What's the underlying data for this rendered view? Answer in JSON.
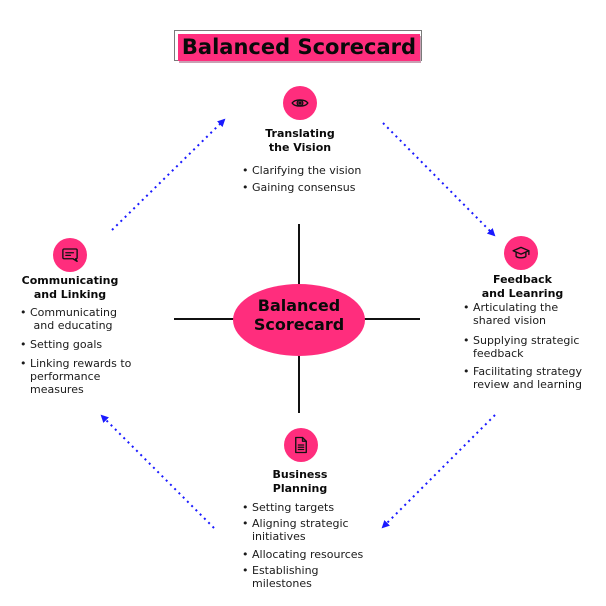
{
  "title": "Balanced Scorecard",
  "center": {
    "line1": "Balanced",
    "line2": "Scorecard"
  },
  "colors": {
    "accent": "#ff2d7d",
    "arrow": "#1a1aff",
    "line": "#111111"
  },
  "sections": {
    "top": {
      "icon": "eye-icon",
      "title_line1": "Translating",
      "title_line2": "the Vision",
      "bullets": [
        "Clarifying the vision",
        "Gaining consensus"
      ]
    },
    "left": {
      "icon": "chat-icon",
      "title_line1": "Communicating",
      "title_line2": "and Linking",
      "bullets": [
        {
          "line1": "Communicating",
          "line2": " and educating"
        },
        {
          "line1": "Setting goals"
        },
        {
          "line1": "Linking rewards to",
          "line2": "performance",
          "line3": "measures"
        }
      ]
    },
    "right": {
      "icon": "graduation-cap-icon",
      "title_line1": "Feedback",
      "title_line2": "and Leanring",
      "bullets": [
        {
          "line1": "Articulating the",
          "line2": "shared vision"
        },
        {
          "line1": "Supplying strategic",
          "line2": "feedback"
        },
        {
          "line1": "Facilitating strategy",
          "line2": "review and learning"
        }
      ]
    },
    "bottom": {
      "icon": "document-icon",
      "title_line1": "Business",
      "title_line2": "Planning",
      "bullets": [
        {
          "line1": "Setting targets"
        },
        {
          "line1": "Aligning strategic",
          "line2": "initiatives"
        },
        {
          "line1": "Allocating resources"
        },
        {
          "line1": "Establishing",
          "line2": "milestones"
        }
      ]
    }
  },
  "arrows": [
    {
      "from": "left",
      "to": "top"
    },
    {
      "from": "top",
      "to": "right"
    },
    {
      "from": "right",
      "to": "bottom"
    },
    {
      "from": "bottom",
      "to": "left"
    }
  ]
}
